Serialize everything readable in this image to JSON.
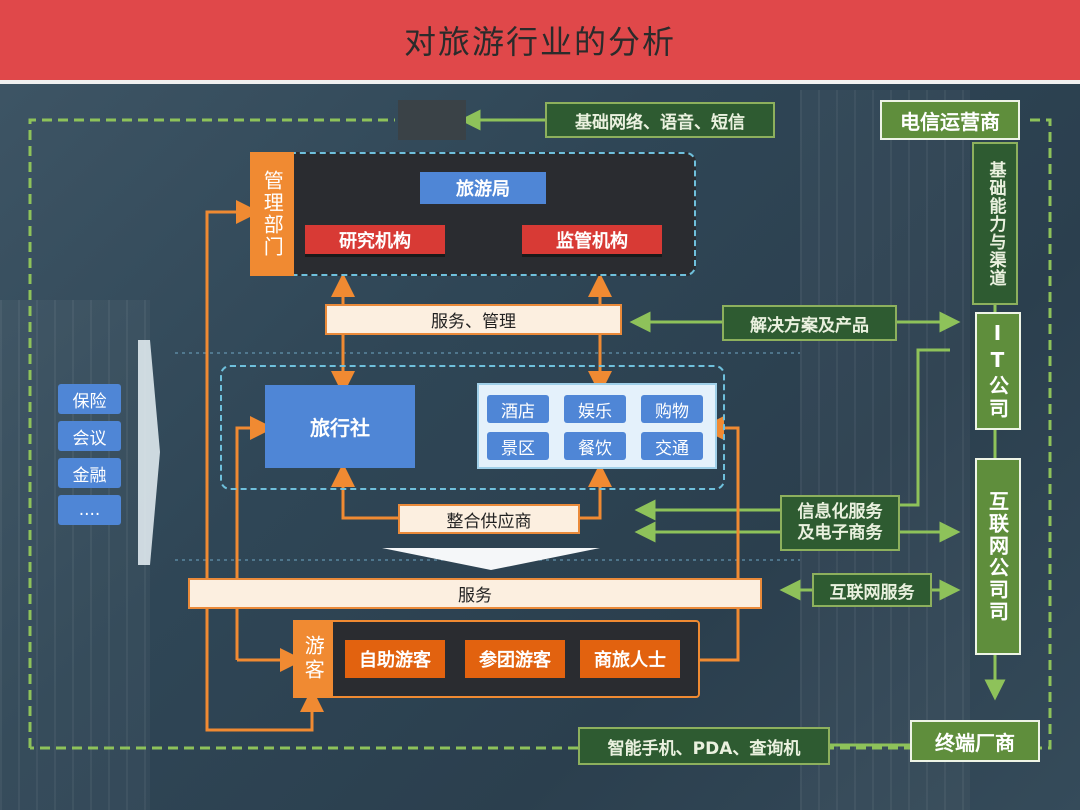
{
  "title": "对旅游行业的分析",
  "management": {
    "label": "管理部门",
    "tourism_bureau": "旅游局",
    "research": "研究机构",
    "supervision": "监管机构"
  },
  "service_management": "服务、管理",
  "travel_agency": "旅行社",
  "suppliers": [
    "酒店",
    "娱乐",
    "购物",
    "景区",
    "餐饮",
    "交通"
  ],
  "integrator": "整合供应商",
  "service": "服务",
  "tourists": {
    "label": "游客",
    "types": [
      "自助游客",
      "参团游客",
      "商旅人士"
    ]
  },
  "left_items": [
    "保险",
    "会议",
    "金融",
    "...."
  ],
  "right": {
    "telecom": "电信运营商",
    "basic_network": "基础网络、语音、短信",
    "capability": "基础能力与渠道",
    "it_company": "IT公司",
    "solutions": "解决方案及产品",
    "internet_company": "互联网公司司",
    "info_services_1": "信息化服务",
    "info_services_2": "及电子商务",
    "internet_services": "互联网服务",
    "terminal": "终端厂商",
    "devices": "智能手机、PDA、查询机"
  },
  "colors": {
    "title_bg": "#e0484a",
    "orange": "#f08a32",
    "dark_orange": "#e2620f",
    "blue": "#4f86d6",
    "green": "#5f8e3c",
    "dark_green": "#2e5b31",
    "red_box": "#d83a35"
  }
}
